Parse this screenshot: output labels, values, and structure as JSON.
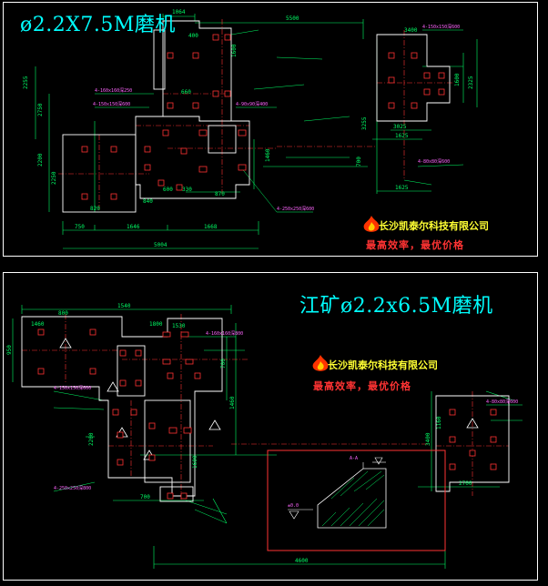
{
  "drawing_top": {
    "title": "ø2.2X7.5M磨机",
    "brand_name": "长沙凯泰尔科技有限公司",
    "slogan": "最高效率，最优价格",
    "dims": [
      "1064",
      "400",
      "5500",
      "2255",
      "2200",
      "660",
      "840",
      "2250",
      "1600",
      "820",
      "5004",
      "750",
      "1646",
      "1668",
      "3400",
      "1600",
      "1625",
      "1625",
      "3025",
      "600",
      "330",
      "2325",
      "1460",
      "3255",
      "700",
      "870",
      "2750"
    ],
    "notes": [
      "4-160x160深250",
      "4-150x150深600",
      "4-90x90深400",
      "4-250x250深600",
      "4-150x150深600",
      "4-80x80深600"
    ]
  },
  "drawing_bottom": {
    "title": "江矿ø2.2x6.5M磨机",
    "brand_name": "长沙凯泰尔科技有限公司",
    "slogan": "最高效率，最优价格",
    "dims": [
      "1540",
      "800",
      "4600",
      "950",
      "700",
      "1460",
      "1800",
      "3400",
      "2700",
      "1530",
      "2200",
      "1600",
      "700",
      "1160",
      "1460"
    ],
    "notes": [
      "4-160x160深800",
      "4-150x150深600",
      "4-80x80深600",
      "4-250x250深800",
      "A-A",
      "±0.0"
    ]
  },
  "colors": {
    "outline": "#ffffff",
    "dimension": "#00ff66",
    "centerline": "#ff3333",
    "hatch": "#00ff66",
    "bolt": "#ff3333",
    "title": "#00ffff"
  }
}
